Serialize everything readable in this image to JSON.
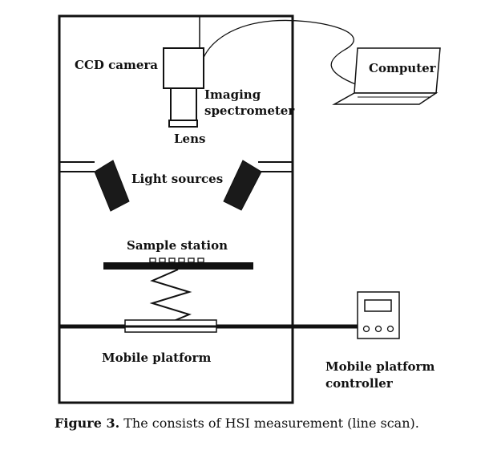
{
  "labels": {
    "ccd_camera": "CCD camera",
    "imaging_spectrometer_line1": "Imaging",
    "imaging_spectrometer_line2": "spectrometer",
    "lens": "Lens",
    "light_sources": "Light sources",
    "sample_station": "Sample station",
    "mobile_platform": "Mobile platform",
    "computer": "Computer",
    "controller_line1": "Mobile platform",
    "controller_line2": "controller"
  },
  "caption": {
    "prefix": "Figure 3.",
    "text": " The consists of HSI measurement (line scan)."
  }
}
